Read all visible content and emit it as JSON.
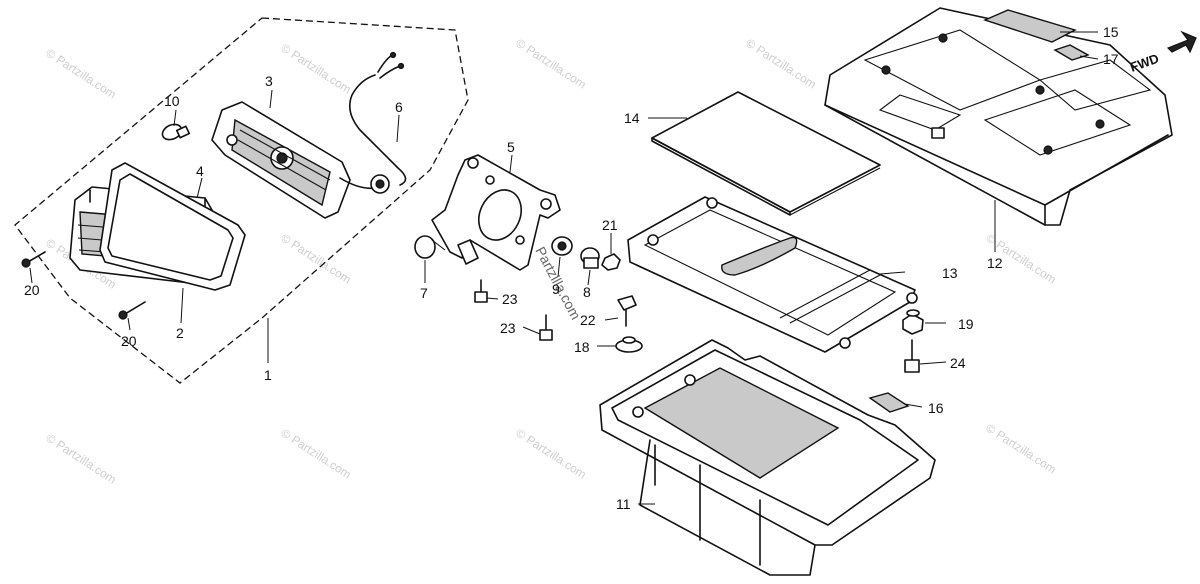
{
  "labels": {
    "p1": "1",
    "p2": "2",
    "p3": "3",
    "p4": "4",
    "p5": "5",
    "p6": "6",
    "p7": "7",
    "p8": "8",
    "p9": "9",
    "p10": "10",
    "p11": "11",
    "p12": "12",
    "p13": "13",
    "p14": "14",
    "p15": "15",
    "p16": "16",
    "p17": "17",
    "p18": "18",
    "p19": "19",
    "p20a": "20",
    "p20b": "20",
    "p21": "21",
    "p22": "22",
    "p23a": "23",
    "p23b": "23",
    "p24": "24"
  },
  "direction_label": "FWD",
  "watermark": "© Partzilla.com",
  "watermark_center": "Partzilla.com"
}
